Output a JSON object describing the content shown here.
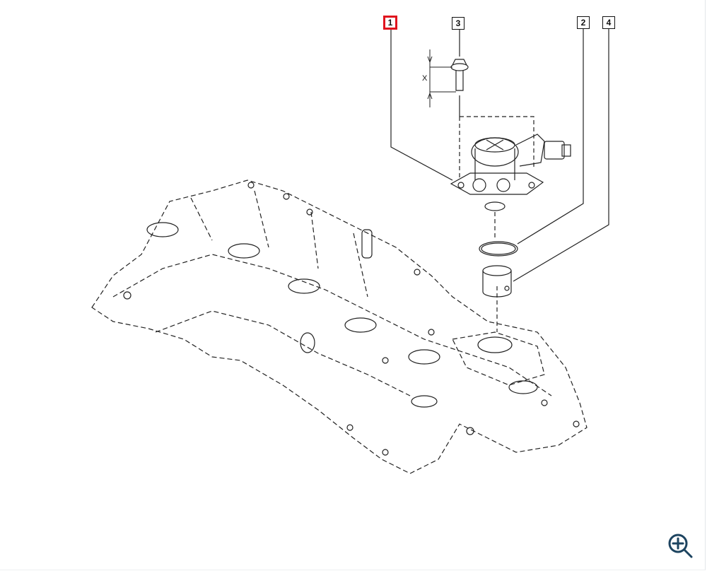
{
  "diagram": {
    "callouts": [
      {
        "label": "1",
        "selected": true
      },
      {
        "label": "3",
        "selected": false
      },
      {
        "label": "2",
        "selected": false
      },
      {
        "label": "4",
        "selected": false
      }
    ],
    "dimension_label": "X",
    "highlight_color": "#e0141e"
  },
  "controls": {
    "zoom_icon": "zoom-in-icon",
    "zoom_color": "#1d4460"
  }
}
